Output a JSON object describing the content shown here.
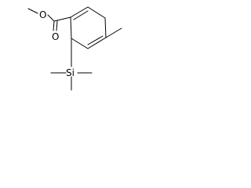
{
  "diagram": {
    "type": "chemical-structure",
    "atom_labels": {
      "ester_oxygen_1": "O",
      "ester_oxygen_2": "O",
      "silicon": "Si"
    }
  }
}
